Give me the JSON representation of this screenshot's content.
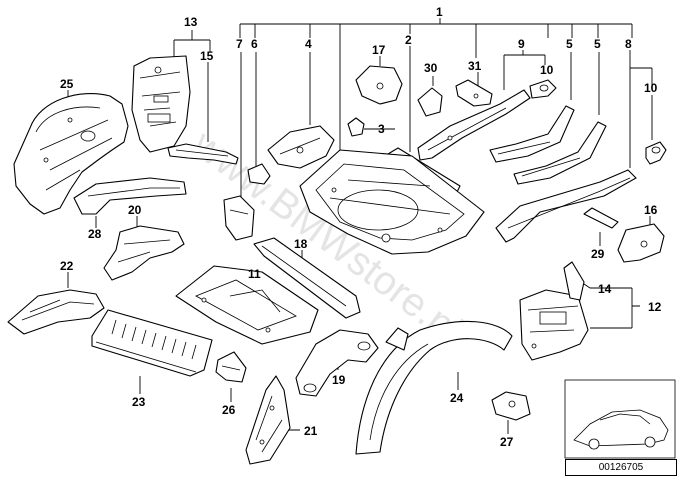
{
  "watermark": "www.BMWstore.pl",
  "reference_code": "00126705",
  "callouts": {
    "n1": "1",
    "n2": "2",
    "n3": "3",
    "n4": "4",
    "n5a": "5",
    "n5b": "5",
    "n6": "6",
    "n7": "7",
    "n8": "8",
    "n9": "9",
    "n10a": "10",
    "n10b": "10",
    "n11": "11",
    "n12": "12",
    "n13": "13",
    "n14": "14",
    "n15": "15",
    "n16": "16",
    "n17": "17",
    "n18": "18",
    "n19": "19",
    "n20": "20",
    "n21": "21",
    "n22": "22",
    "n23": "23",
    "n24": "24",
    "n25": "25",
    "n26": "26",
    "n27": "27",
    "n28": "28",
    "n29": "29",
    "n30": "30",
    "n31": "31"
  }
}
